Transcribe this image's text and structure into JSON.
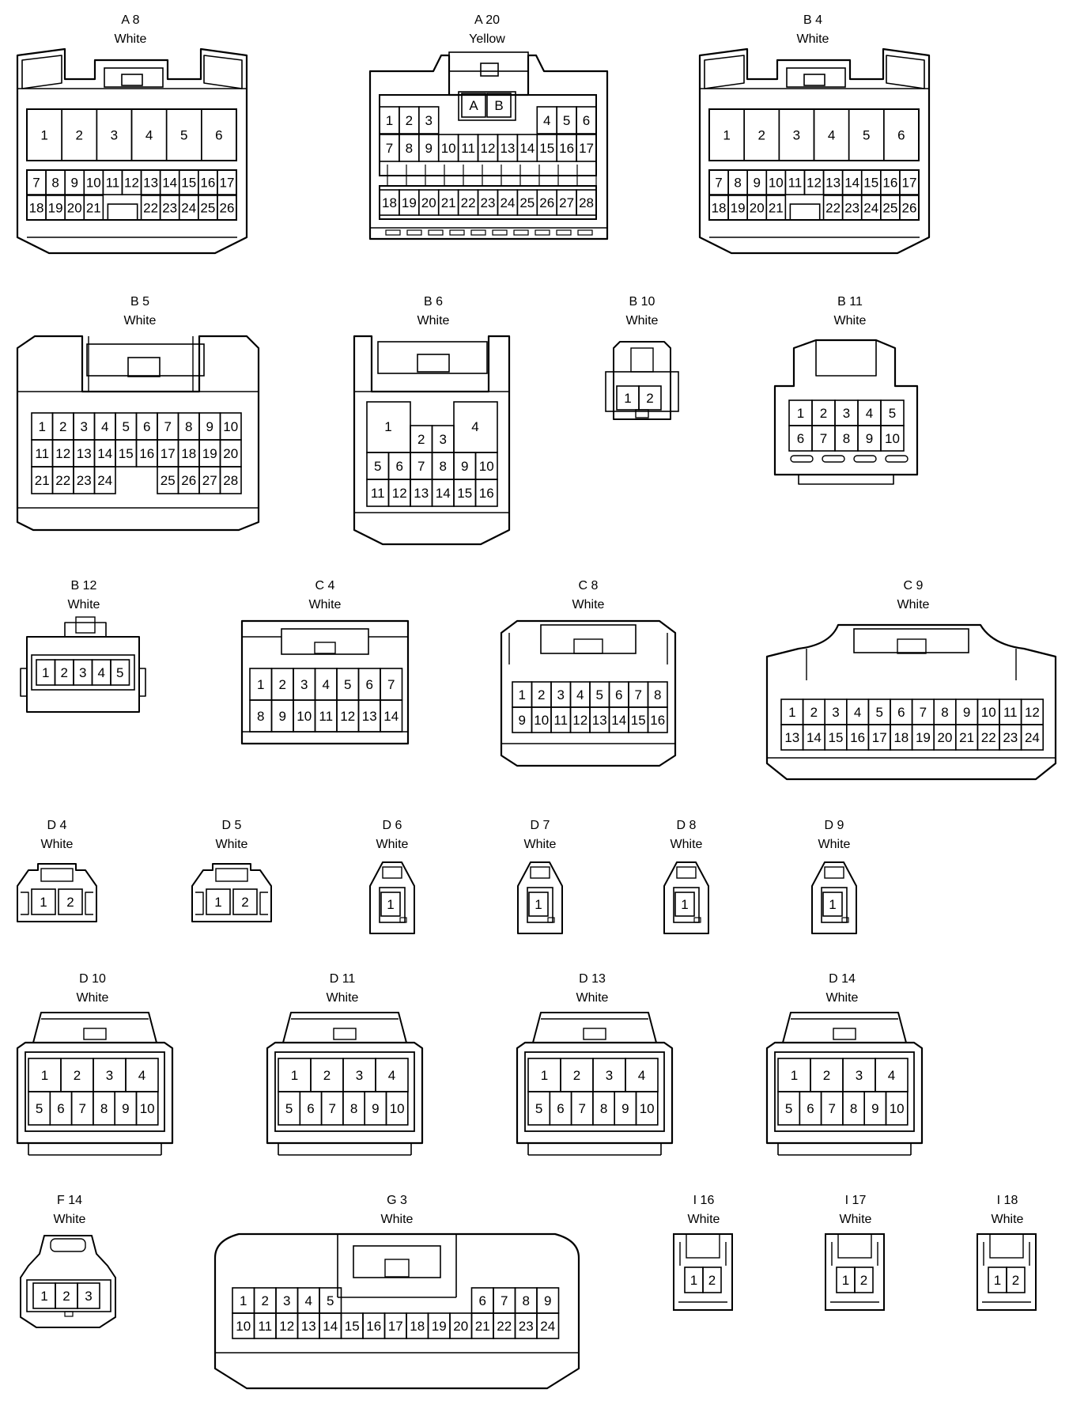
{
  "connectors": [
    {
      "id": "A 8",
      "color": "White",
      "pins": [
        [
          "1",
          "2",
          "3",
          "4",
          "5",
          "6"
        ],
        [
          "7",
          "8",
          "9",
          "10",
          "11",
          "12",
          "13",
          "14",
          "15",
          "16",
          "17"
        ],
        [
          "18",
          "19",
          "20",
          "21",
          "",
          "22",
          "23",
          "24",
          "25",
          "26"
        ]
      ]
    },
    {
      "id": "A 20",
      "color": "Yellow",
      "pins": [
        [
          "A",
          "B"
        ],
        [
          "1",
          "2",
          "3",
          "4",
          "5",
          "6"
        ],
        [
          "7",
          "8",
          "9",
          "10",
          "11",
          "12",
          "13",
          "14",
          "15",
          "16",
          "17"
        ],
        [
          "18",
          "19",
          "20",
          "21",
          "22",
          "23",
          "24",
          "25",
          "26",
          "27",
          "28"
        ]
      ]
    },
    {
      "id": "B 4",
      "color": "White",
      "pins": [
        [
          "1",
          "2",
          "3",
          "4",
          "5",
          "6"
        ],
        [
          "7",
          "8",
          "9",
          "10",
          "11",
          "12",
          "13",
          "14",
          "15",
          "16",
          "17"
        ],
        [
          "18",
          "19",
          "20",
          "21",
          "",
          "22",
          "23",
          "24",
          "25",
          "26"
        ]
      ]
    },
    {
      "id": "B 5",
      "color": "White",
      "pins": [
        [
          "1",
          "2",
          "3",
          "4",
          "5",
          "6",
          "7",
          "8",
          "9",
          "10"
        ],
        [
          "11",
          "12",
          "13",
          "14",
          "15",
          "16",
          "17",
          "18",
          "19",
          "20"
        ],
        [
          "21",
          "22",
          "23",
          "24",
          "",
          "",
          "",
          "25",
          "26",
          "27",
          "28"
        ]
      ]
    },
    {
      "id": "B 6",
      "color": "White",
      "pins": [
        [
          "1",
          "2",
          "3",
          "4"
        ],
        [
          "5",
          "6",
          "7",
          "8",
          "9",
          "10"
        ],
        [
          "11",
          "12",
          "13",
          "14",
          "15",
          "16"
        ]
      ]
    },
    {
      "id": "B 10",
      "color": "White",
      "pins": [
        [
          "1",
          "2"
        ]
      ]
    },
    {
      "id": "B 11",
      "color": "White",
      "pins": [
        [
          "1",
          "2",
          "3",
          "4",
          "5"
        ],
        [
          "6",
          "7",
          "8",
          "9",
          "10"
        ]
      ]
    },
    {
      "id": "B 12",
      "color": "White",
      "pins": [
        [
          "1",
          "2",
          "3",
          "4",
          "5"
        ]
      ]
    },
    {
      "id": "C 4",
      "color": "White",
      "pins": [
        [
          "1",
          "2",
          "3",
          "4",
          "5",
          "6",
          "7"
        ],
        [
          "8",
          "9",
          "10",
          "11",
          "12",
          "13",
          "14"
        ]
      ]
    },
    {
      "id": "C 8",
      "color": "White",
      "pins": [
        [
          "1",
          "2",
          "3",
          "4",
          "5",
          "6",
          "7",
          "8"
        ],
        [
          "9",
          "10",
          "11",
          "12",
          "13",
          "14",
          "15",
          "16"
        ]
      ]
    },
    {
      "id": "C 9",
      "color": "White",
      "pins": [
        [
          "1",
          "2",
          "3",
          "4",
          "5",
          "6",
          "7",
          "8",
          "9",
          "10",
          "11",
          "12"
        ],
        [
          "13",
          "14",
          "15",
          "16",
          "17",
          "18",
          "19",
          "20",
          "21",
          "22",
          "23",
          "24"
        ]
      ]
    },
    {
      "id": "D 4",
      "color": "White",
      "pins": [
        [
          "1",
          "2"
        ]
      ]
    },
    {
      "id": "D 5",
      "color": "White",
      "pins": [
        [
          "1",
          "2"
        ]
      ]
    },
    {
      "id": "D 6",
      "color": "White",
      "pins": [
        [
          "1"
        ]
      ]
    },
    {
      "id": "D 7",
      "color": "White",
      "pins": [
        [
          "1"
        ]
      ]
    },
    {
      "id": "D 8",
      "color": "White",
      "pins": [
        [
          "1"
        ]
      ]
    },
    {
      "id": "D 9",
      "color": "White",
      "pins": [
        [
          "1"
        ]
      ]
    },
    {
      "id": "D 10",
      "color": "White",
      "pins": [
        [
          "1",
          "2",
          "3",
          "4"
        ],
        [
          "5",
          "6",
          "7",
          "8",
          "9",
          "10"
        ]
      ]
    },
    {
      "id": "D 11",
      "color": "White",
      "pins": [
        [
          "1",
          "2",
          "3",
          "4"
        ],
        [
          "5",
          "6",
          "7",
          "8",
          "9",
          "10"
        ]
      ]
    },
    {
      "id": "D 13",
      "color": "White",
      "pins": [
        [
          "1",
          "2",
          "3",
          "4"
        ],
        [
          "5",
          "6",
          "7",
          "8",
          "9",
          "10"
        ]
      ]
    },
    {
      "id": "D 14",
      "color": "White",
      "pins": [
        [
          "1",
          "2",
          "3",
          "4"
        ],
        [
          "5",
          "6",
          "7",
          "8",
          "9",
          "10"
        ]
      ]
    },
    {
      "id": "F 14",
      "color": "White",
      "pins": [
        [
          "1",
          "2",
          "3"
        ]
      ]
    },
    {
      "id": "G 3",
      "color": "White",
      "pins": [
        [
          "1",
          "2",
          "3",
          "4",
          "5",
          "",
          "6",
          "7",
          "8",
          "9"
        ],
        [
          "10",
          "11",
          "12",
          "13",
          "14",
          "15",
          "16",
          "17",
          "18",
          "19",
          "20",
          "21",
          "22",
          "23",
          "24"
        ]
      ]
    },
    {
      "id": "I 16",
      "color": "White",
      "pins": [
        [
          "1",
          "2"
        ]
      ]
    },
    {
      "id": "I 17",
      "color": "White",
      "pins": [
        [
          "1",
          "2"
        ]
      ]
    },
    {
      "id": "I 18",
      "color": "White",
      "pins": [
        [
          "1",
          "2"
        ]
      ]
    }
  ]
}
